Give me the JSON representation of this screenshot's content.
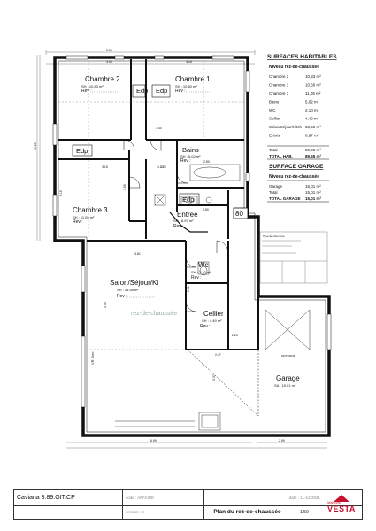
{
  "plan": {
    "exterior_dims": {
      "top": "3.50",
      "bottom": "6.99",
      "bottom_right": "2.99",
      "left": "13.25"
    },
    "rooms": {
      "chambre2": {
        "name": "Chambre 2",
        "surface": "SH : 10.83 m²",
        "rev": "Rev :"
      },
      "chambre1": {
        "name": "Chambre 1",
        "surface": "SH : 10.60 m²",
        "rev": "Rev :"
      },
      "chambre3": {
        "name": "Chambre 3",
        "surface": "SH : 11.05 m²",
        "rev": "Rev :"
      },
      "bains": {
        "name": "Bains",
        "surface": "SH : 5.02 m²",
        "rev": "Rev :"
      },
      "entree": {
        "name": "Entrée",
        "surface": "SH : 8.97 m²",
        "rev": "Rev :"
      },
      "wc": {
        "name": "Wc",
        "surface": "SH : 2.10 m²",
        "rev": "Rev :"
      },
      "cellier": {
        "name": "Cellier",
        "surface": "SH : 4.49 m²",
        "rev": "Rev :"
      },
      "salon": {
        "name": "Salon/Séjour/Ki",
        "surface": "SH : 36.59 m²",
        "rev": "Rev :"
      },
      "garage": {
        "name": "Garage",
        "surface": "SA : 15.01 m²"
      }
    },
    "edp_labels": [
      "Edp",
      "Edp",
      "Edp",
      "Edp"
    ],
    "label_80": "80",
    "watermark": "rez-de-chaussée",
    "vr_label": "VR Elec",
    "motorise": "MOTORISE",
    "inner_dims": [
      "3.50",
      "3.26",
      "1.20",
      "2.80",
      "3.15",
      "3.65",
      "1.40",
      "1.20",
      "0.80",
      "3.81",
      "2.40",
      "2.47",
      "3.37",
      "1.31",
      "3.15",
      "2.25"
    ]
  },
  "surfaces": {
    "title": "SURFACES HABITABLES",
    "subtitle": "Niveau rez-de-chaussée",
    "rows": [
      {
        "label": "Chambre 2",
        "value": "10,83 m²"
      },
      {
        "label": "Chambre 1",
        "value": "10,60 m²"
      },
      {
        "label": "Chambre 3",
        "value": "11,05 m²"
      },
      {
        "label": "Bains",
        "value": "5,02 m²"
      },
      {
        "label": "WC",
        "value": "2,10 m²"
      },
      {
        "label": "Cellier",
        "value": "4,49 m²"
      },
      {
        "label": "Salon/Séjour/Kitch",
        "value": "36,59 m²"
      },
      {
        "label": "Entrée",
        "value": "8,97 m²"
      }
    ],
    "total_label": "Total",
    "total_value": "89,65 m²",
    "total_hab_label": "TOTAL HAB.",
    "total_hab_value": "89,65 m²"
  },
  "garage_surface": {
    "title": "SURFACE GARAGE",
    "subtitle": "Niveau rez-de-chaussée",
    "rows": [
      {
        "label": "Garage",
        "value": "15,01 m²"
      }
    ],
    "total_label": "Total",
    "total_value": "15,01 m²",
    "total_garage_label": "TOTAL GARAGE",
    "total_garage_value": "15,01 m²"
  },
  "legend": {
    "title": "Type de cheminée"
  },
  "title_block": {
    "project": "Caviana 3.89.GIT.CP",
    "code_label": "code : AFFAIRE",
    "date_label": "date : 11-12-2021",
    "version_label": "version : 2",
    "plan_title": "Plan du rez-de-chaussée",
    "page": "1/50",
    "logo_small": "Maisons",
    "logo_big": "VESTA"
  }
}
